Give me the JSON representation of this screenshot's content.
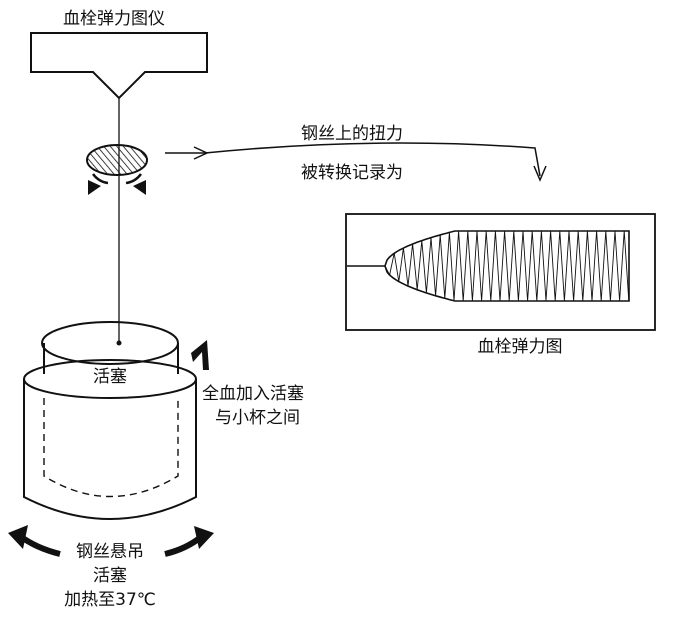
{
  "instrument": {
    "title": "血栓弹力图仪"
  },
  "torsion_note": {
    "line1": "钢丝上的扭力",
    "line2": "被转换记录为"
  },
  "chart": {
    "caption": "血栓弹力图"
  },
  "piston": {
    "label": "活塞"
  },
  "blood_note": {
    "line1": "全血加入活塞",
    "line2": "与小杯之间"
  },
  "cup_note": {
    "line1": "钢丝悬吊",
    "line2": "活塞",
    "line3": "加热至37℃"
  },
  "colors": {
    "ink": "#111111",
    "paper": "#ffffff"
  }
}
